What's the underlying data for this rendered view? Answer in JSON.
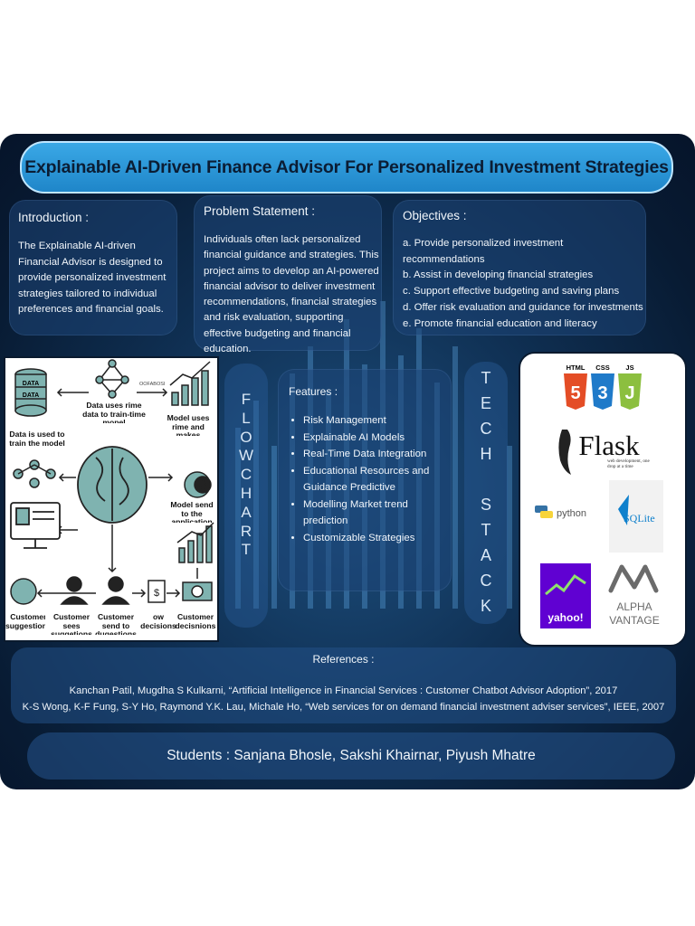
{
  "title": "Explainable AI-Driven Finance Advisor For Personalized Investment Strategies",
  "introduction": {
    "heading": "Introduction :",
    "text": "The Explainable AI-driven Financial Advisor is designed to provide personalized investment strategies tailored to individual preferences and financial goals."
  },
  "problem": {
    "heading": "Problem Statement :",
    "text": "Individuals often lack personalized financial guidance and strategies. This project aims to develop an AI-powered financial advisor to deliver investment recommendations, financial strategies and risk evaluation, supporting effective budgeting and financial education."
  },
  "objectives": {
    "heading": "Objectives :",
    "items": [
      "a. Provide personalized investment recommendations",
      "b. Assist in developing financial strategies",
      "c. Support effective budgeting and saving plans",
      "d. Offer risk evaluation and guidance for investments",
      "e. Promote financial education and literacy"
    ]
  },
  "flowchart_label": [
    "F",
    "L",
    "O",
    "W",
    "C",
    "H",
    "A",
    "R",
    "T"
  ],
  "techstack_label": [
    "T",
    "E",
    "C",
    "H",
    "",
    "S",
    "T",
    "A",
    "C",
    "K"
  ],
  "features": {
    "heading": "Features :",
    "items": [
      "Risk Management",
      "Explainable AI Models",
      "Real-Time Data Integration",
      "Educational Resources and Guidance Predictive",
      "Modelling Market trend prediction",
      "Customizable Strategies"
    ]
  },
  "flowchart": {
    "data_label": "DATA",
    "brand": "OOFABOSI",
    "labels": {
      "uses_data": "Data uses rime data to train-time mopel",
      "model_uses": "Model uses rime and makes predictio",
      "train": "Data is used to train the model",
      "model_send": "Model send to the application",
      "s1": "Customer suggestions",
      "s2": "Customer sees suggetions",
      "s3": "Customer send to dugestions",
      "s4": "ow decisions",
      "s5": "Customer decisnions"
    }
  },
  "tech": {
    "html": "HTML",
    "css": "CSS",
    "js": "JS",
    "html_num": "5",
    "css_num": "3",
    "js_num": "J",
    "flask": "Flask",
    "flask_tag": "web development, one drop at a time",
    "python": "python",
    "sqlite": "SQLite",
    "yahoo": "yahoo!",
    "alpha1": "ALPHA",
    "alpha2": "VANTAGE"
  },
  "references": {
    "heading": "References :",
    "items": [
      "Kanchan Patil, Mugdha S Kulkarni, “Artificial Intelligence in Financial Services : Customer Chatbot Advisor Adoption”, 2017",
      "K-S Wong, K-F Fung, S-Y Ho, Raymond Y.K. Lau, Michale Ho, “Web services for on demand financial investment adviser services”, IEEE, 2007"
    ]
  },
  "students": "Students : Sanjana Bhosle, Sakshi Khairnar, Piyush Mhatre",
  "colors": {
    "title_bar": "#2596d8",
    "panel": "#234f87",
    "background": "#0c2746",
    "html": "#e44d26",
    "css": "#1f7ac9",
    "js": "#8cbf3f",
    "yahoo": "#6001d2",
    "sqlite": "#0f80cc"
  }
}
